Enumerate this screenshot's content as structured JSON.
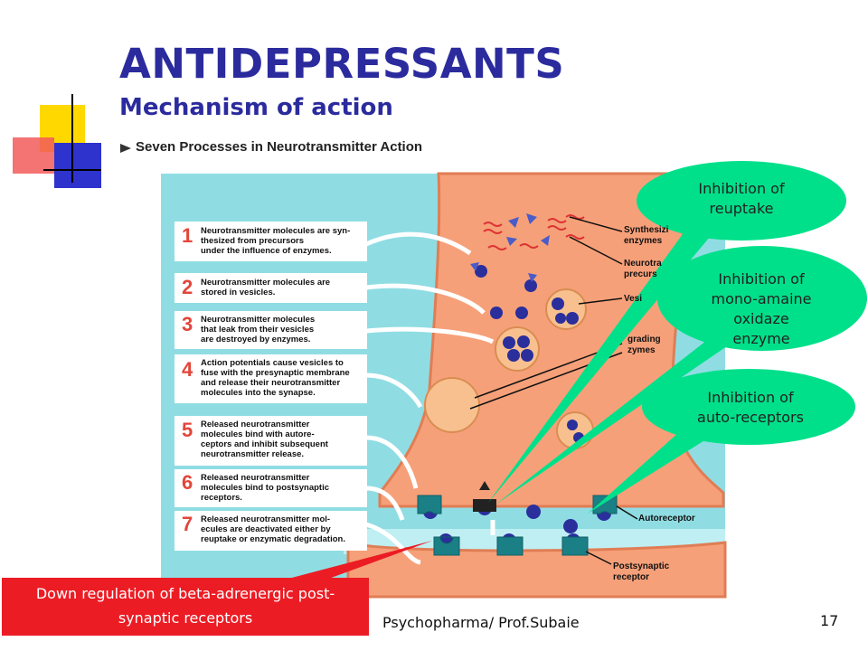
{
  "title": "ANTIDEPRESSANTS",
  "subtitle": "Mechanism of action",
  "figure_heading": "Seven Processes in Neurotransmitter Action",
  "steps": [
    {
      "num": "1",
      "text": "Neurotransmitter molecules are syn-\nthesized from precursors\nunder the influence of enzymes."
    },
    {
      "num": "2",
      "text": "Neurotransmitter molecules are\nstored in vesicles."
    },
    {
      "num": "3",
      "text": "Neurotransmitter molecules\nthat leak from their vesicles\nare destroyed by enzymes."
    },
    {
      "num": "4",
      "text": "Action potentials cause vesicles to\nfuse with the presynaptic membrane\nand release their neurotransmitter\nmolecules into the synapse."
    },
    {
      "num": "5",
      "text": "Released neurotransmitter\nmolecules bind with autore-\nceptors and inhibit subsequent\nneurotransmitter release."
    },
    {
      "num": "6",
      "text": "Released neurotransmitter\nmolecules bind to postsynaptic\nreceptors."
    },
    {
      "num": "7",
      "text": "Released neurotransmitter mol-\necules are deactivated either by\nreuptake or enzymatic degradation."
    }
  ],
  "diagram_labels": {
    "synthesizing": "Synthesizi\nenzymes",
    "precursors": "Neurotra\nprecurs",
    "vesicles": "Vesi",
    "degrading": "grading\nzymes",
    "autoreceptor": "Autoreceptor",
    "postsynaptic": "Postsynaptic\nreceptor"
  },
  "callouts": {
    "reuptake": "Inhibition of\nreuptake",
    "mao": "Inhibition of\nmono-amaine\noxidaze\nenzyme",
    "autoreceptors": "Inhibition of\nauto-receptors",
    "down_regulation": "Down regulation of beta-adrenergic post-\nsynaptic receptors"
  },
  "footer": {
    "author": "Psychopharma/ Prof.Subaie",
    "page": "17"
  },
  "colors": {
    "title": "#2b2b9e",
    "callout_fill": "#00e08a",
    "red_box": "#ec1c24",
    "diagram_bg": "#8fdde3",
    "neuron": "#f6a079"
  }
}
